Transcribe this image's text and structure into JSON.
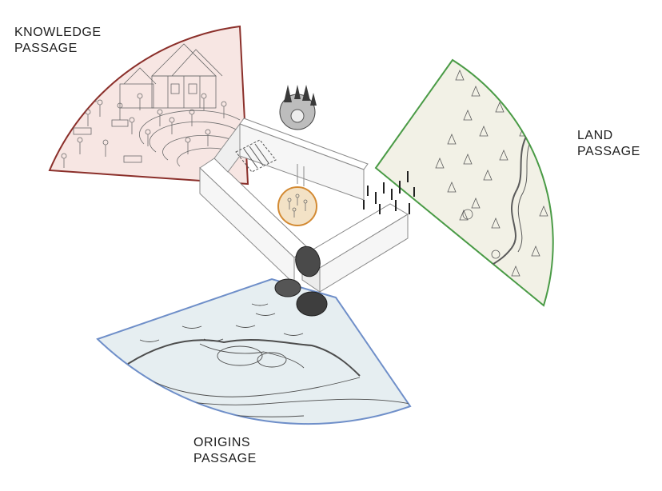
{
  "passages": {
    "knowledge": {
      "line1": "KNOWLEDGE",
      "line2": "PASSAGE",
      "stroke": "#8b2f2a",
      "fill": "#f7e6e3"
    },
    "land": {
      "line1": "LAND",
      "line2": "PASSAGE",
      "stroke": "#4a9b46",
      "fill": "#f2f1e6"
    },
    "origins": {
      "line1": "ORIGINS",
      "line2": "PASSAGE",
      "stroke": "#6f8fc9",
      "fill": "#e6eef1"
    }
  },
  "colors": {
    "building_face": "#f6f6f6",
    "building_roof": "#ffffff",
    "building_line": "#8a8a8a",
    "circle_stroke": "#d38a33",
    "circle_fill": "#f3e2c6",
    "boulder": "#4a4a4a",
    "sketch_ink": "#6b6b6b"
  }
}
